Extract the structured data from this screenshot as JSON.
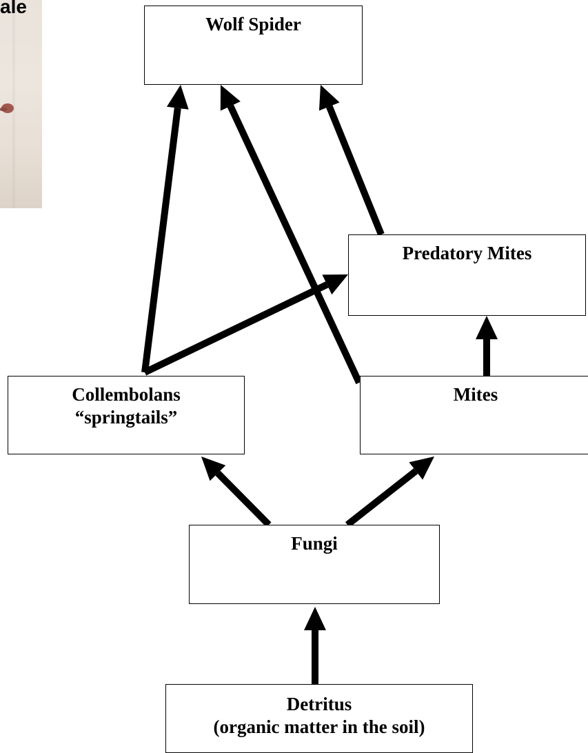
{
  "photo_fragment": {
    "caption": "ale"
  },
  "nodes": {
    "wolf_spider": {
      "label": "Wolf Spider"
    },
    "predatory_mites": {
      "label": "Predatory Mites"
    },
    "collembolans": {
      "label": "Collembolans",
      "sublabel": "“springtails”"
    },
    "mites": {
      "label": "Mites"
    },
    "fungi": {
      "label": "Fungi"
    },
    "detritus": {
      "label": "Detritus",
      "sublabel": "(organic matter in the soil)"
    }
  },
  "edges": [
    {
      "from": "detritus",
      "to": "fungi"
    },
    {
      "from": "fungi",
      "to": "collembolans"
    },
    {
      "from": "fungi",
      "to": "mites"
    },
    {
      "from": "mites",
      "to": "predatory_mites"
    },
    {
      "from": "collembolans",
      "to": "wolf_spider"
    },
    {
      "from": "collembolans",
      "to": "predatory_mites"
    },
    {
      "from": "mites",
      "to": "wolf_spider"
    },
    {
      "from": "predatory_mites",
      "to": "wolf_spider"
    }
  ],
  "colors": {
    "stroke": "#000000",
    "background": "#ffffff"
  }
}
